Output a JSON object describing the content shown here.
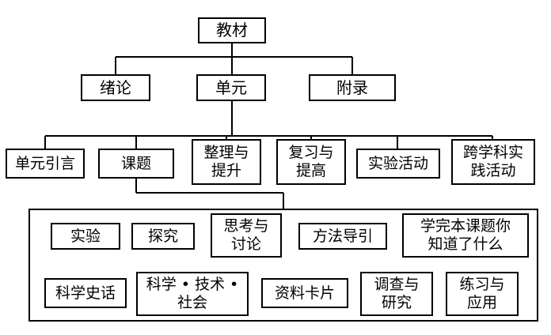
{
  "root": "教材",
  "level1": [
    "绪论",
    "单元",
    "附录"
  ],
  "unit_parts": [
    "单元引言",
    "课题",
    "整理与\n提升",
    "复习与\n提高",
    "实验活动",
    "跨学科实\n践活动"
  ],
  "topic_parts_row1": [
    "实验",
    "探究",
    "思考与\n讨论",
    "方法导引",
    "学完本课题你\n知道了什么"
  ],
  "topic_parts_row2": [
    "科学史话",
    "科学 • 技术 •\n社会",
    "资料卡片",
    "调查与\n研究",
    "练习与\n应用"
  ]
}
